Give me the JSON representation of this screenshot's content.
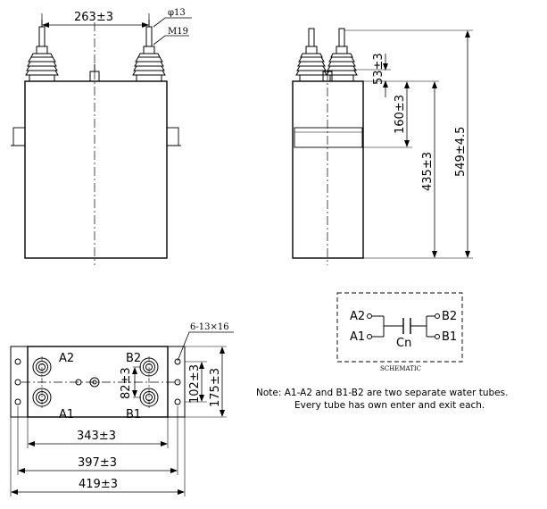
{
  "front_view": {
    "dim_width": "263±3",
    "dim_diameter": "φ13",
    "dim_thread": "M19"
  },
  "side_view": {
    "dim_top": "53±3",
    "dim_mid": "160±3",
    "dim_body": "435±3",
    "dim_total": "549±4.5"
  },
  "bottom_view": {
    "terminal_a2": "A2",
    "terminal_b2": "B2",
    "terminal_a1": "A1",
    "terminal_b1": "B1",
    "dim_holes": "6-13×16",
    "dim_82": "82±3",
    "dim_102": "102±3",
    "dim_175": "175±3",
    "dim_343": "343±3",
    "dim_397": "397±3",
    "dim_419": "419±3"
  },
  "schematic": {
    "a2": "A2",
    "a1": "A1",
    "b2": "B2",
    "b1": "B1",
    "cap": "Cn",
    "caption": "SCHEMATIC"
  },
  "note": {
    "line1": "Note:  A1-A2 and B1-B2 are  two separate water tubes.",
    "line2": "Every tube has own enter and exit each."
  }
}
